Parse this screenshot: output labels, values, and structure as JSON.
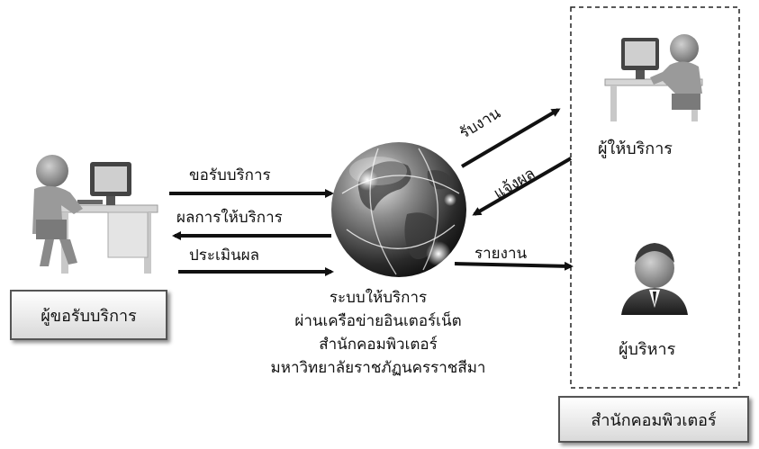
{
  "arrows": {
    "request": "ขอรับบริการ",
    "result": "ผลการให้บริการ",
    "evaluate": "ประเมินผล",
    "receive": "รับงาน",
    "notify": "แจ้งผล",
    "report": "รายงาน"
  },
  "center": {
    "lines": [
      "ระบบให้บริการ",
      "ผ่านเครือข่ายอินเตอร์เน็ต",
      "สำนักคอมพิวเตอร์",
      "มหาวิทยาลัยราชภัฏนครราชสีมา"
    ]
  },
  "requester": {
    "label": "ผู้ขอรับบริการ"
  },
  "provider": {
    "label": "ผู้ให้บริการ"
  },
  "executive": {
    "label": "ผู้บริหาร"
  },
  "office": {
    "label": "สำนักคอมพิวเตอร์"
  }
}
